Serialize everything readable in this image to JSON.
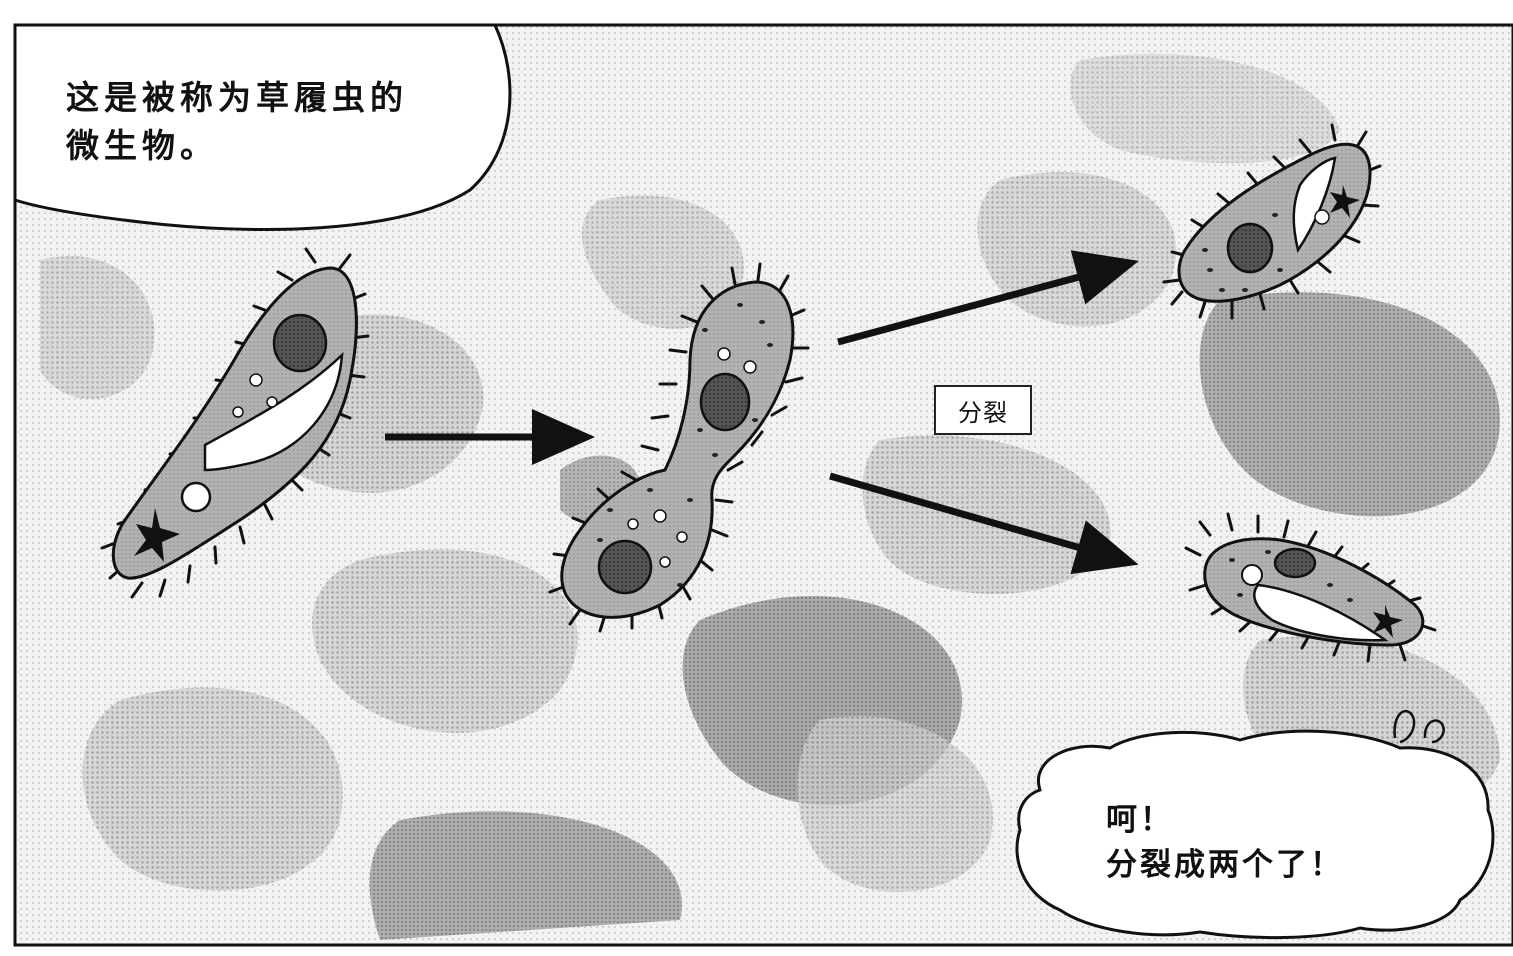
{
  "panel": {
    "caption": "这是被称为草履虫的\n微生物。",
    "division_label": "分裂",
    "exclamation": "呵！\n分裂成两个了！"
  },
  "colors": {
    "ink": "#111111",
    "cell_body": "#a8a8a8",
    "nucleus": "#4a4a4a",
    "background_light": "#ececec",
    "background_dark": "#9c9c9c"
  },
  "icons": {
    "arrow": "arrow-right-icon",
    "organism": "paramecium-icon",
    "sweat_drop": "sweat-drop-icon"
  }
}
